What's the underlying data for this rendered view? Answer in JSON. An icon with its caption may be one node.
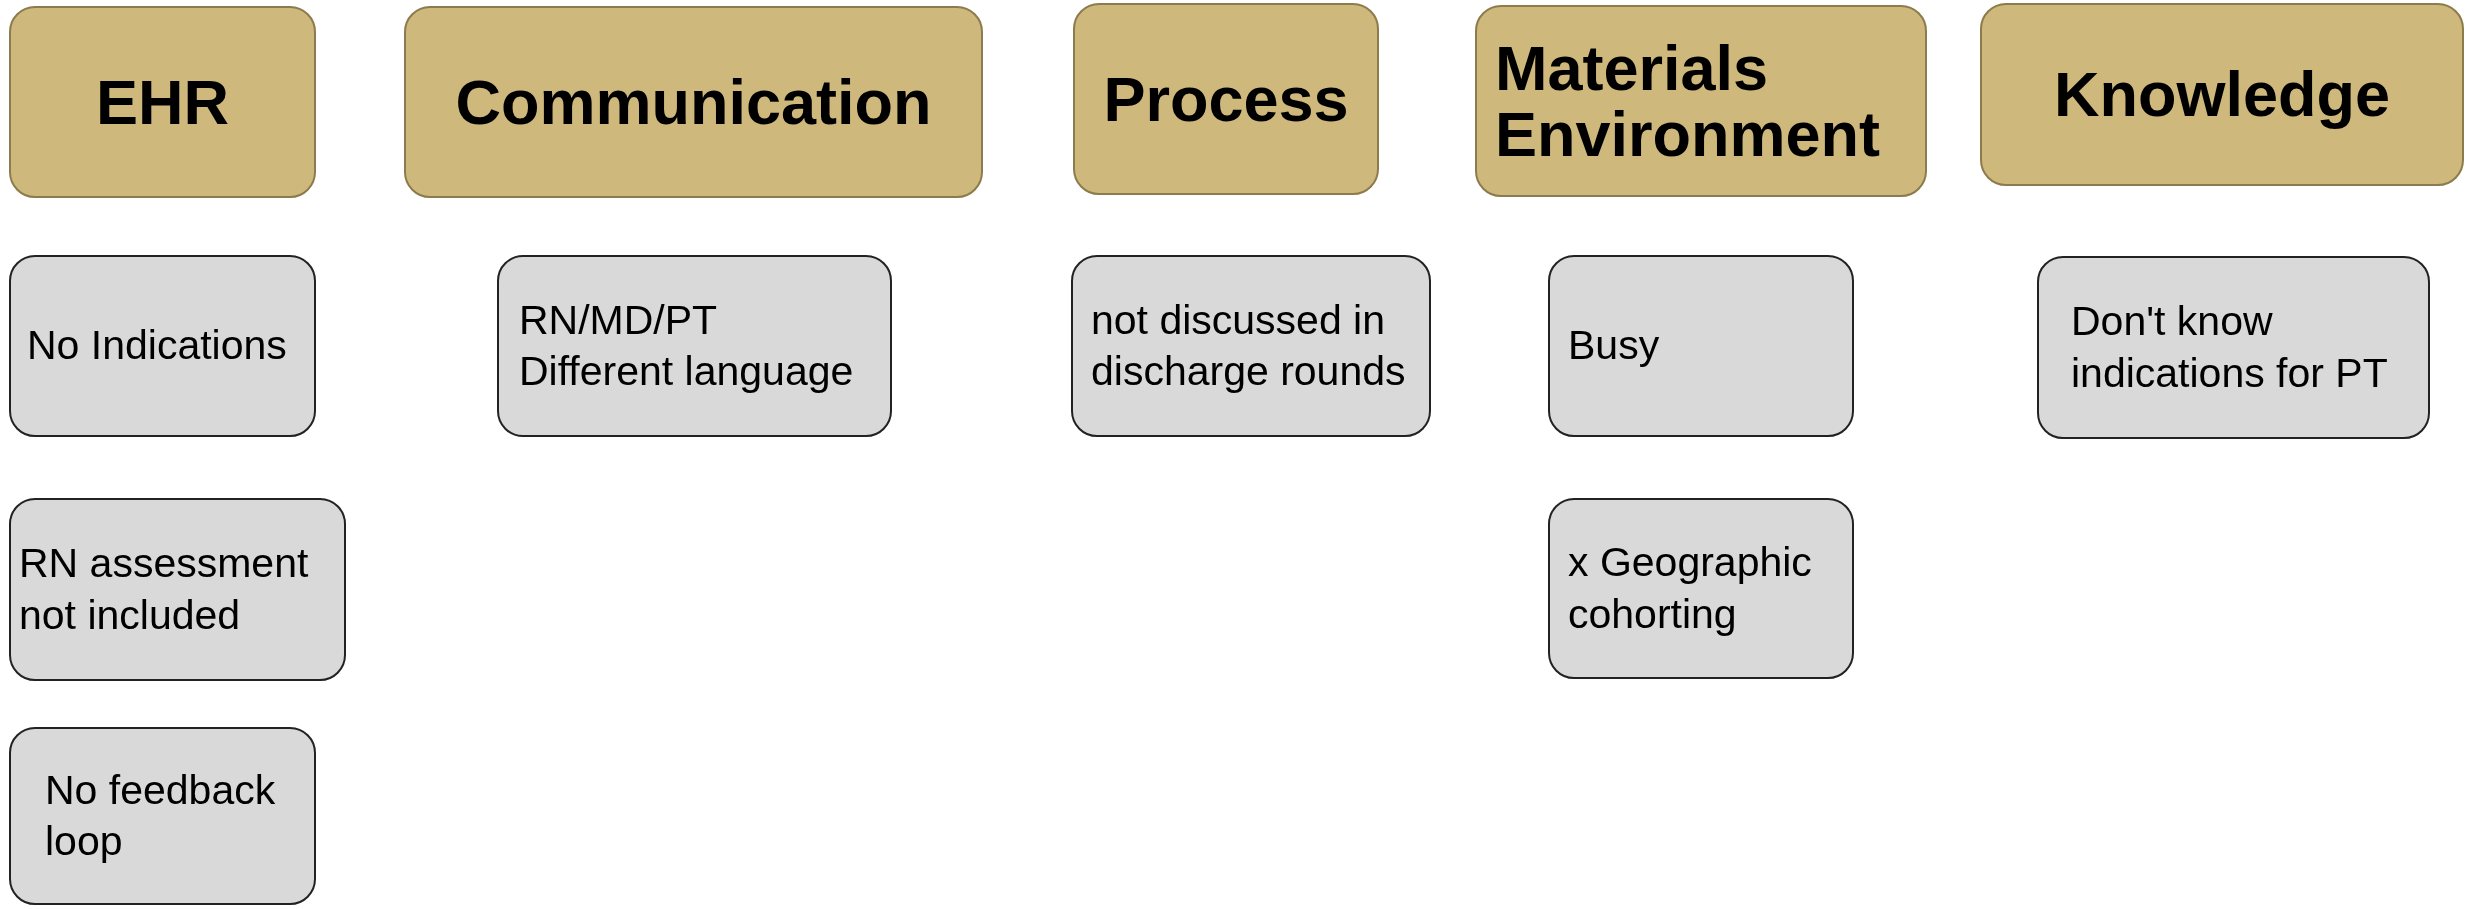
{
  "diagram": {
    "nodes": [
      {
        "text": [
          "EHR"
        ]
      },
      {
        "text": [
          "Communication"
        ]
      },
      {
        "text": [
          "Process"
        ]
      },
      {
        "text": [
          "Materials Environment"
        ]
      },
      {
        "text": [
          "Knowledge"
        ]
      },
      {
        "text": [
          "No Indications"
        ]
      },
      {
        "text": [
          "RN assessment not included"
        ]
      },
      {
        "text": [
          "No feedback loop"
        ]
      },
      {
        "text": [
          "RN/MD/PT Different language"
        ]
      },
      {
        "text": [
          "not discussed in discharge rounds"
        ]
      },
      {
        "text": [
          "Busy"
        ]
      },
      {
        "text": [
          "x Geographic cohorting"
        ]
      },
      {
        "text": [
          "Don't know indications for PT"
        ]
      }
    ]
  }
}
